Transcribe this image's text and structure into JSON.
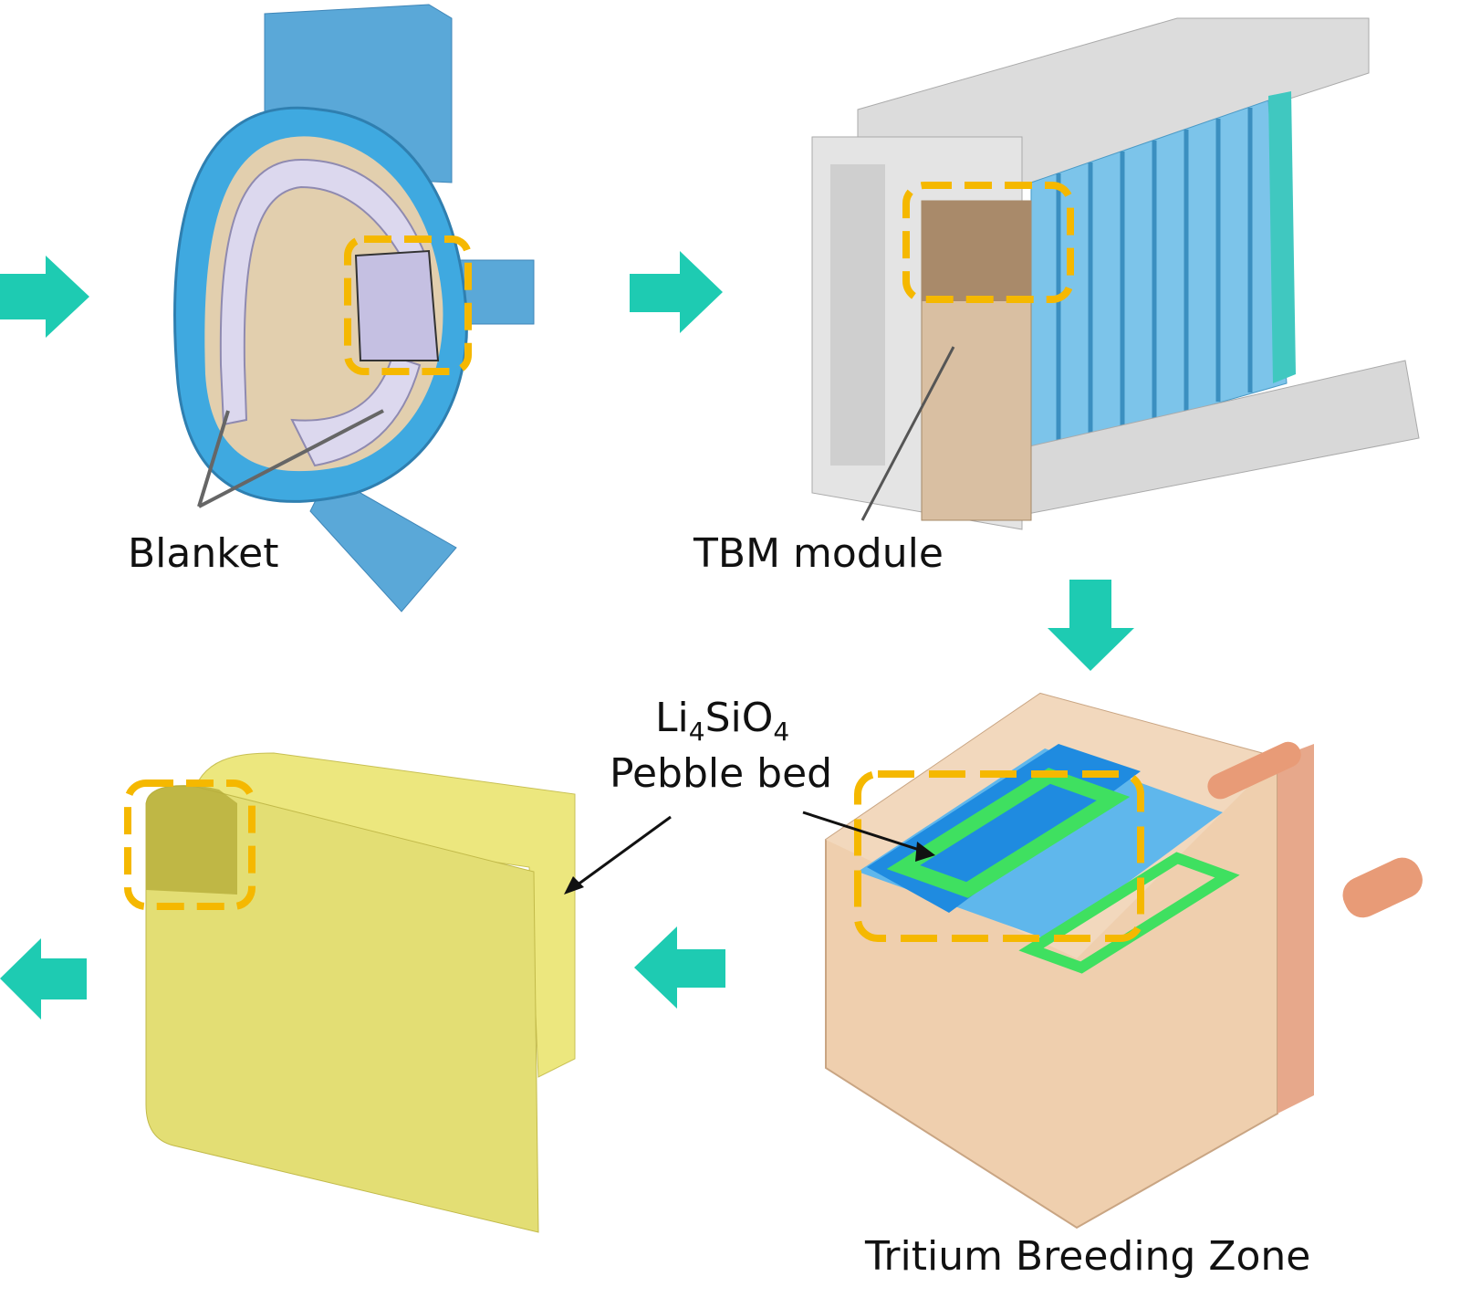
{
  "labels": {
    "blanket": "Blanket",
    "tbm_module": "TBM module",
    "pebble_bed_formula": {
      "li": "Li",
      "li_sub": "4",
      "sio": "SiO",
      "o_sub": "4"
    },
    "pebble_bed": "Pebble bed",
    "tritium_breeding_zone": "Tritium Breeding Zone"
  },
  "colors": {
    "arrow": "#1ecbb2",
    "highlight": "#f5b800",
    "blanket_blue": "#5aa8d8",
    "pebble_yellow": "#e6e27a",
    "breeding_peach": "#efcfae"
  }
}
